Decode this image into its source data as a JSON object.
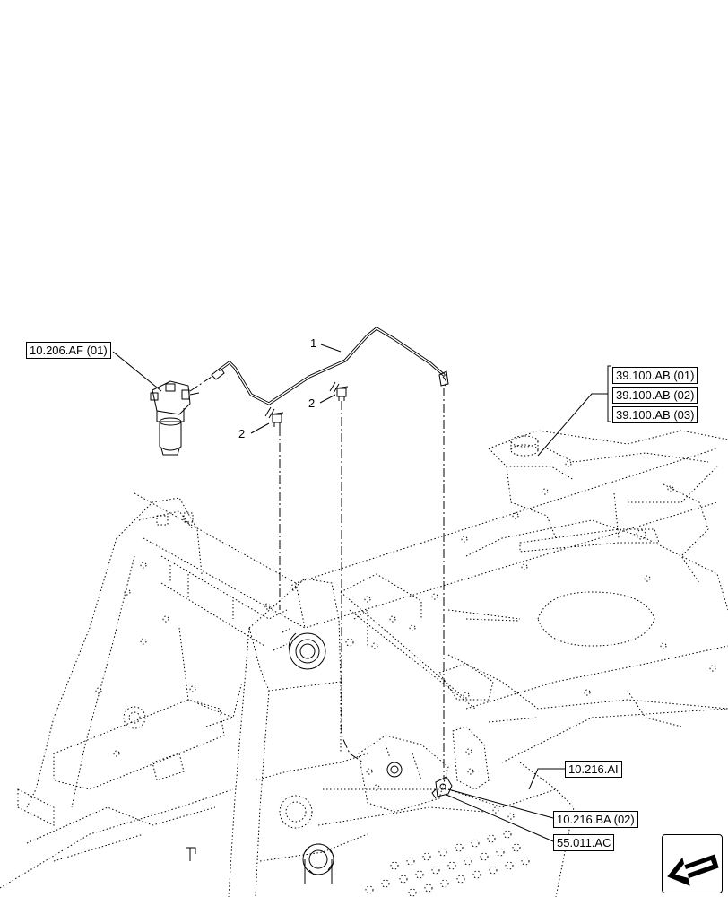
{
  "references": {
    "filter_ref": "10.206.AF (01)",
    "frame_refs": [
      "39.100.AB (01)",
      "39.100.AB (02)",
      "39.100.AB (03)"
    ],
    "bracket_ref": "10.216.AI",
    "connector_ref": "10.216.BA (02)",
    "port_ref": "55.011.AC"
  },
  "callouts": {
    "pipe": "1",
    "clip_left": "2",
    "clip_right": "2"
  },
  "icons": {
    "navigation": "view-direction-arrow-icon"
  }
}
